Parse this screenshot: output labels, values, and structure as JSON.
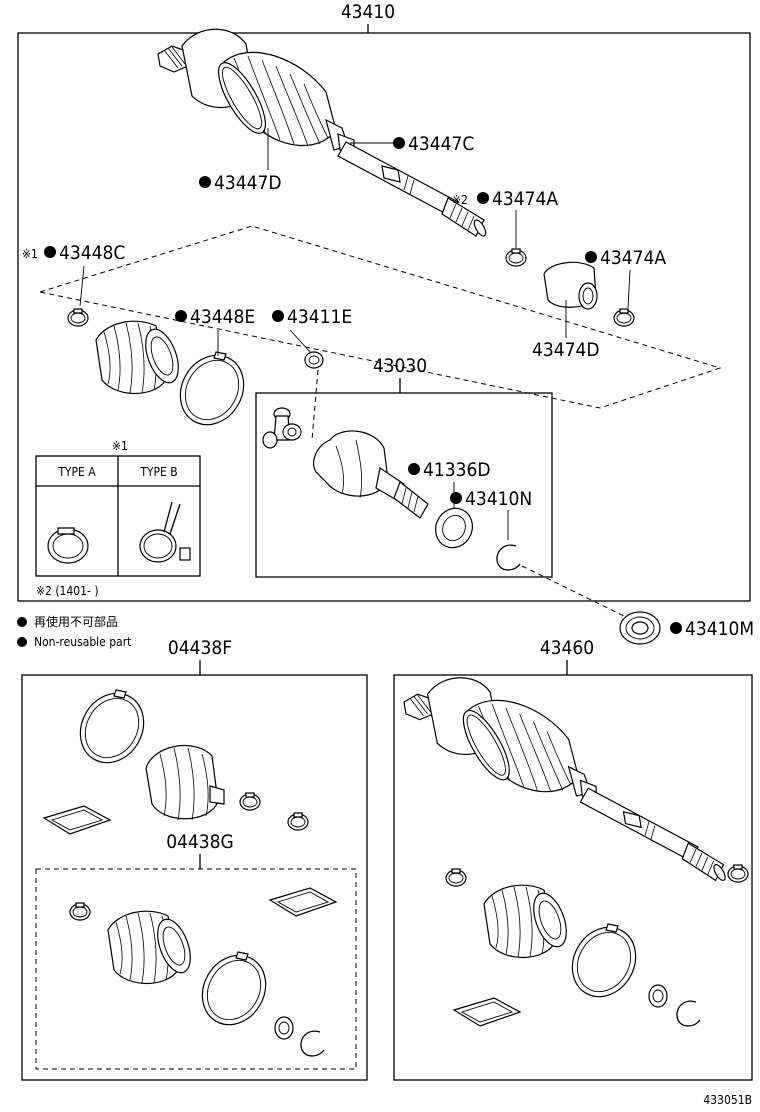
{
  "top_assembly": {
    "part_no": "43410",
    "callouts": {
      "c43447C": "43447C",
      "c43447D": "43447D",
      "c43474A_1": "43474A",
      "c43474A_2": "43474A",
      "c43474D": "43474D",
      "c43448C": "43448C",
      "c43448E": "43448E",
      "c43411E": "43411E",
      "c43410M": "43410M"
    },
    "note_mark_1": "※1",
    "note_mark_2": "※2"
  },
  "inner_joint": {
    "part_no": "43030",
    "callouts": {
      "c41336D": "41336D",
      "c43410N": "43410N"
    }
  },
  "type_table": {
    "mark": "※1",
    "columns": [
      "TYPE A",
      "TYPE B"
    ],
    "footnote": "※2 (1401-      )"
  },
  "legend": {
    "jp": "再使用不可部品",
    "en": "Non-reusable part"
  },
  "kit_f": {
    "part_no": "04438F"
  },
  "kit_g": {
    "part_no": "04438G"
  },
  "right_assembly": {
    "part_no": "43460"
  },
  "diagram_code": "433051B"
}
